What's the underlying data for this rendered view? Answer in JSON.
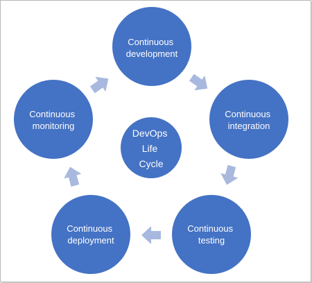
{
  "colors": {
    "circle_fill": "#4472C4",
    "circle_stroke": "#ffffff",
    "arrow_fill": "#A8B8DE",
    "text": "#ffffff",
    "frame_border": "#b7b7b7"
  },
  "center": {
    "lines": [
      "DevOps",
      "Life",
      "Cycle"
    ]
  },
  "stages": [
    {
      "id": "development",
      "lines": [
        "Continuous",
        "development"
      ]
    },
    {
      "id": "integration",
      "lines": [
        "Continuous",
        "integration"
      ]
    },
    {
      "id": "testing",
      "lines": [
        "Continuous",
        "testing"
      ]
    },
    {
      "id": "deployment",
      "lines": [
        "Continuous",
        "deployment"
      ]
    },
    {
      "id": "monitoring",
      "lines": [
        "Continuous",
        "monitoring"
      ]
    }
  ],
  "arrows": [
    {
      "from": "development",
      "to": "integration",
      "icon": "chevron-arrow-icon"
    },
    {
      "from": "integration",
      "to": "testing",
      "icon": "chevron-arrow-icon"
    },
    {
      "from": "testing",
      "to": "deployment",
      "icon": "chevron-arrow-icon"
    },
    {
      "from": "deployment",
      "to": "monitoring",
      "icon": "chevron-arrow-icon"
    },
    {
      "from": "monitoring",
      "to": "development",
      "icon": "chevron-arrow-icon"
    }
  ]
}
